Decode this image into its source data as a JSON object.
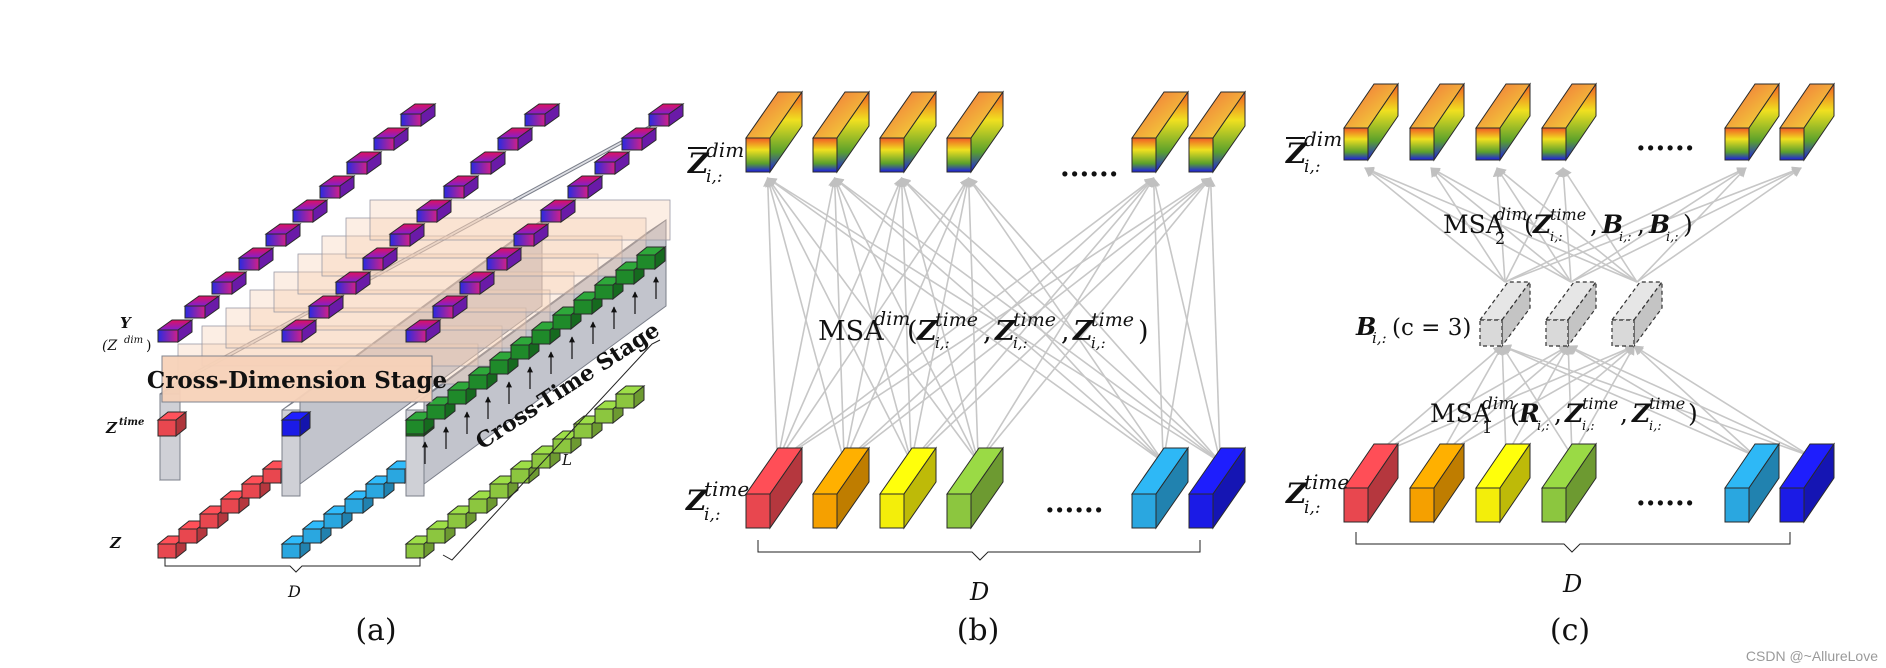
{
  "panels": {
    "a": {
      "caption": "(a)",
      "label_y": "Y",
      "label_zdim": "(Z",
      "label_zdim_sup": "dim",
      "label_zdim_close": ")",
      "label_ztime": "Z",
      "label_ztime_sup": "time",
      "label_z": "Z",
      "cross_dimension_stage": "Cross-Dimension Stage",
      "cross_time_stage": "Cross-Time Stage",
      "label_L": "L",
      "label_D": "D"
    },
    "b": {
      "caption": "(b)",
      "top_label_main": "Z",
      "top_label_sup": "dim",
      "top_label_sub": "i,:",
      "bottom_label_main": "Z",
      "bottom_label_sup": "time",
      "bottom_label_sub": "i,:",
      "msa_text": "MSA",
      "msa_sup": "dim",
      "arg_main": "Z",
      "arg_sup": "time",
      "arg_sub": "i,:",
      "ellipsis": "......",
      "label_D": "D"
    },
    "c": {
      "caption": "(c)",
      "top_label_main": "Z",
      "top_label_sup": "dim",
      "top_label_sub": "i,:",
      "bottom_label_main": "Z",
      "bottom_label_sup": "time",
      "bottom_label_sub": "i,:",
      "router_label_main": "B",
      "router_label_sub": "i,:",
      "router_label_tail": "(c = 3)",
      "msa2_text": "MSA",
      "msa2_sub": "2",
      "msa2_sup": "dim",
      "msa1_text": "MSA",
      "msa1_sub": "1",
      "msa1_sup": "dim",
      "b_main": "B",
      "r_main": "R",
      "z_main": "Z",
      "time_sup": "time",
      "idx_sub": "i,:",
      "ellipsis": "......",
      "label_D": "D"
    }
  },
  "colors": {
    "red": "#e8474f",
    "orange": "#f5a000",
    "yellow": "#f3ee0a",
    "green": "#8cc63f",
    "cyan": "#2aa7e0",
    "blue": "#1b1be6",
    "line": "#c7c7c7",
    "gray_box": "#c9cbd2",
    "stage_fill": "#f7cdb2"
  },
  "watermark": "CSDN @~AllureLove"
}
